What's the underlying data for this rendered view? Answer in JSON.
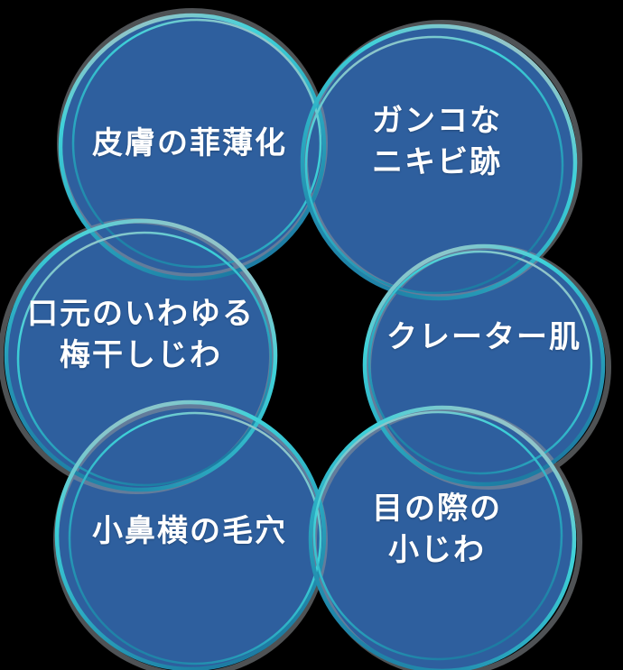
{
  "palette": {
    "bg": "#000000",
    "fill": "#2e5f9e",
    "cyan": "#3fd2d9",
    "teal_mid": "#2aa8c0",
    "teal_deep": "#1d7ca3",
    "silver": "#b9bec1",
    "text": "#ffffff"
  },
  "circles": [
    {
      "id": "skin-thinning",
      "lines": [
        "皮膚の菲薄化"
      ]
    },
    {
      "id": "acne-scars",
      "lines": [
        "ガンコな",
        "ニキビ跡"
      ]
    },
    {
      "id": "mouth-wrinkles",
      "lines": [
        "口元のいわゆる",
        "梅干しじわ"
      ]
    },
    {
      "id": "crater-skin",
      "lines": [
        "クレーター肌"
      ]
    },
    {
      "id": "nose-pores",
      "lines": [
        "小鼻横の毛穴"
      ]
    },
    {
      "id": "eye-wrinkles",
      "lines": [
        "目の際の",
        "小じわ"
      ]
    }
  ]
}
